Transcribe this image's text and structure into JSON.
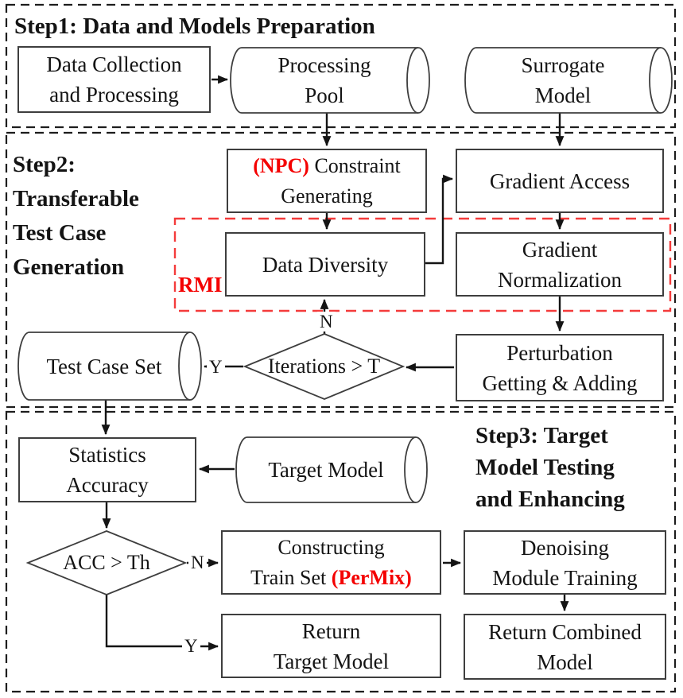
{
  "colors": {
    "accent_red": "#f40000",
    "line_black": "#141414",
    "shape_border_gray": "#3e3e3e"
  },
  "step1": {
    "title": "Step1: Data and Models Preparation",
    "data_collection_l1": "Data Collection",
    "data_collection_l2": "and Processing",
    "processing_pool_l1": "Processing",
    "processing_pool_l2": "Pool",
    "surrogate_l1": "Surrogate",
    "surrogate_l2": "Model"
  },
  "step2": {
    "title_l1": "Step2:",
    "title_l2": "Transferable",
    "title_l3": "Test Case",
    "title_l4": "Generation",
    "npc_tag": "(NPC)",
    "constraint_rest": " Constraint",
    "constraint_l2": "Generating",
    "gradient_access": "Gradient Access",
    "rmi": "RMI",
    "data_diversity": "Data Diversity",
    "gradient_norm_l1": "Gradient",
    "gradient_norm_l2": "Normalization",
    "perturbation_l1": "Perturbation",
    "perturbation_l2": "Getting & Adding",
    "decision": "Iterations > T",
    "test_case_set": "Test Case Set",
    "label_n": "N",
    "label_y": "Y"
  },
  "step3": {
    "title_l1": "Step3:  Target",
    "title_l2": "Model Testing",
    "title_l3": "and Enhancing",
    "statistics_l1": "Statistics",
    "statistics_l2": "Accuracy",
    "target_model": "Target Model",
    "decision": "ACC > Th",
    "constructing_l1": "Constructing",
    "constructing_l2_pre": "Train Set ",
    "permix_tag": "(PerMix)",
    "denoising_l1": "Denoising",
    "denoising_l2": "Module Training",
    "return_target_l1": "Return",
    "return_target_l2": "Target Model",
    "return_combined_l1": "Return Combined",
    "return_combined_l2": "Model",
    "label_n": "N",
    "label_y": "Y"
  }
}
